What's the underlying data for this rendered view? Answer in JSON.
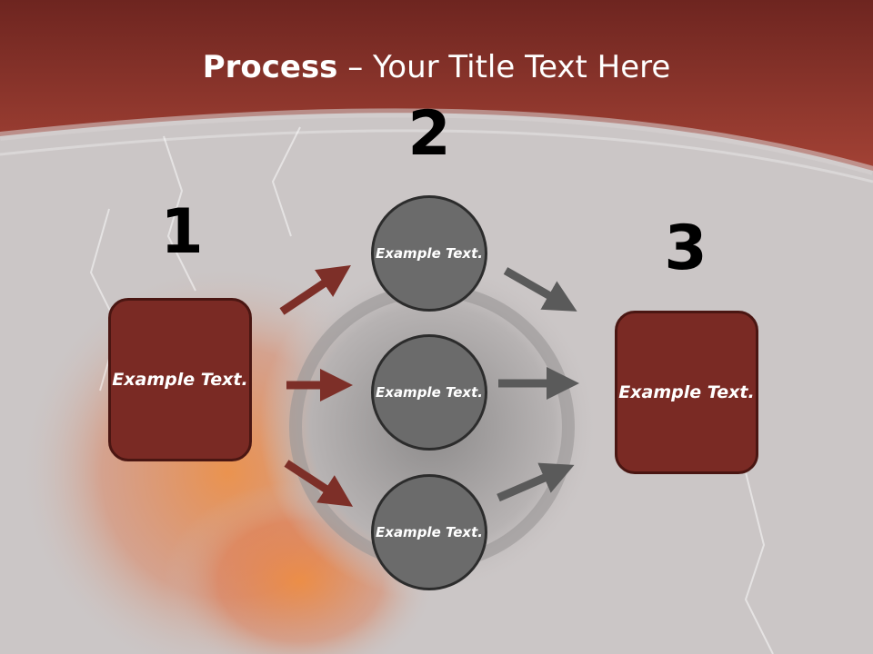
{
  "title": {
    "bold": "Process",
    "rest": " – Your Title Text Here"
  },
  "steps": [
    {
      "number": "1",
      "label": "Example Text."
    },
    {
      "number": "2",
      "items": [
        "Example Text.",
        "Example Text.",
        "Example Text."
      ]
    },
    {
      "number": "3",
      "label": "Example Text."
    }
  ],
  "colors": {
    "header": "#8e3328",
    "box": "#7a2a24",
    "circle": "#6b6b6b",
    "arrow_red": "#7d2f28",
    "arrow_gray": "#5a5a5a"
  }
}
